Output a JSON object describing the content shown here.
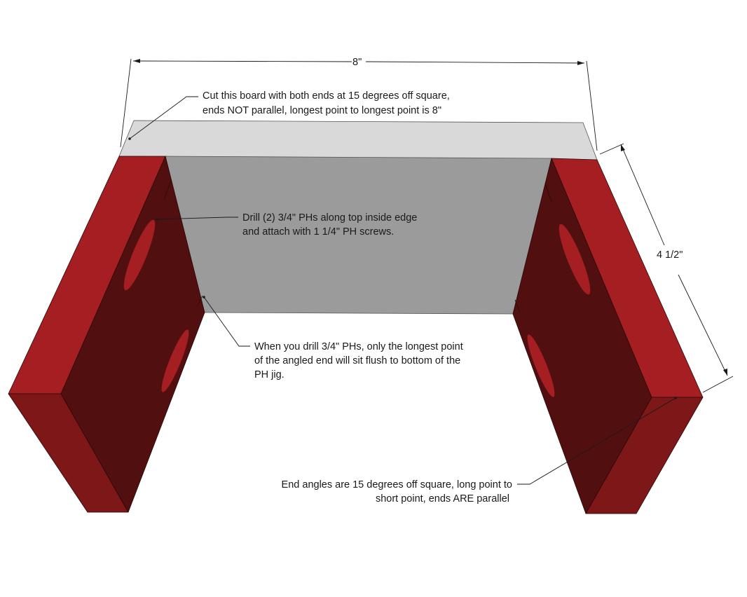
{
  "dimensions": {
    "width_label": "8\"",
    "height_label": "4 1/2\""
  },
  "annotations": {
    "top_board": {
      "line1": "Cut this board with both ends at 15 degrees off square,",
      "line2": "ends NOT parallel, longest point to longest point is 8\""
    },
    "drill": {
      "line1": "Drill (2) 3/4\" PHs along top inside edge",
      "line2": "and attach with 1 1/4\" PH screws."
    },
    "flush": {
      "line1": "When you drill 3/4\" PHs, only the longest point",
      "line2": "of the angled end will sit flush to bottom of the",
      "line3": "PH jig."
    },
    "end_angles": {
      "line1": "End angles are 15 degrees off square, long point to",
      "line2": "short point, ends ARE parallel"
    }
  },
  "colors": {
    "board_top": "#d9d9d9",
    "board_face": "#9b9b9b",
    "red_edge_light": "#a51f22",
    "red_edge_dark": "#7d1718",
    "red_face": "#520f10",
    "pocket": "#a51f22"
  }
}
